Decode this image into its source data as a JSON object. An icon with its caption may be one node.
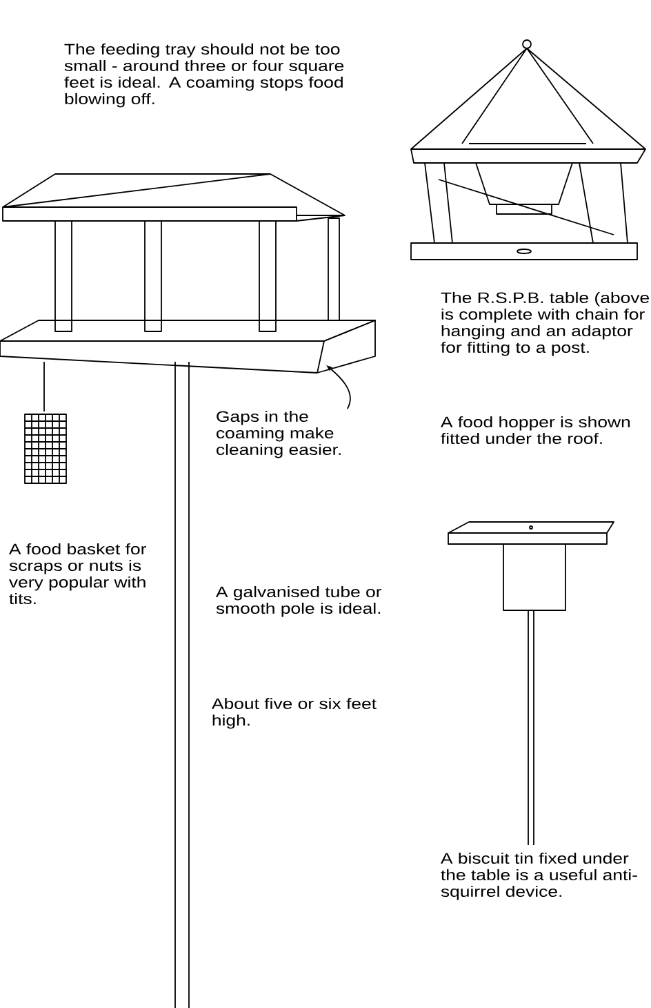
{
  "diagram": {
    "nodes": [
      {
        "text": [],
        "shape": "box"
      },
      {
        "text": [
          "Gaps in the coaming make cleaning easier."
        ]
      }
    ],
    "edges": [
      {
        "from": 1,
        "to": 0,
        "arrow": "to"
      }
    ],
    "labels": [
      "The feeding tray should not be too small - around three or four square feet is ideal. A coaming stops food blowing off.",
      "The R.S.P.B. table (above is complete with chain for hanging and an adaptor for fitting to a post.",
      "A food hopper is shown fitted under the roof.",
      "A food basket for scraps or nuts is very popular with tits.",
      "A galvanised tube or smooth pole is ideal.",
      "About five or six feet high.",
      "A biscuit tin fixed under the table is a useful anti-squirrel device."
    ]
  }
}
